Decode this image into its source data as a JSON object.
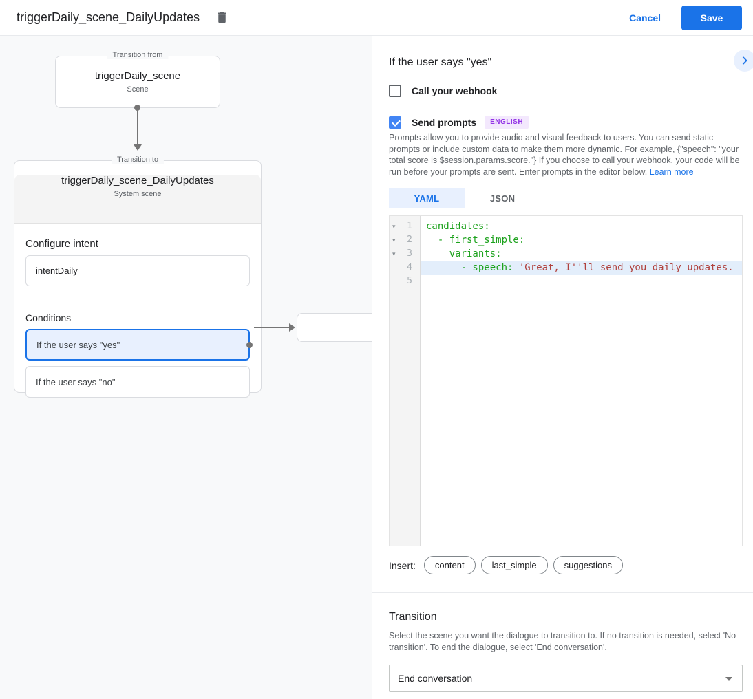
{
  "colors": {
    "accent_blue": "#1a73e8",
    "checkbox_checked_blue": "#4285f4",
    "selected_condition_bg": "#e8f0fe",
    "selected_condition_border": "#1a73e8",
    "language_badge_bg": "#f3e8fd",
    "language_badge_text": "#9334e6",
    "code_key_green": "#1da21d",
    "code_string_red": "#b0413d",
    "active_code_line_bg": "#e3eefb",
    "canvas_bg": "#f8f9fa"
  },
  "icons": {
    "fold_glyph": "▾"
  },
  "header": {
    "title": "triggerDaily_scene_DailyUpdates",
    "cancel_label": "Cancel",
    "save_label": "Save"
  },
  "canvas": {
    "from_box": {
      "legend": "Transition from",
      "title": "triggerDaily_scene",
      "subtitle": "Scene"
    },
    "to_box": {
      "legend": "Transition to",
      "title": "triggerDaily_scene_DailyUpdates",
      "subtitle": "System scene",
      "configure_intent_heading": "Configure intent",
      "intent_value": "intentDaily",
      "conditions_heading": "Conditions",
      "conditions": [
        {
          "label": "If the user says \"yes\"",
          "selected": true
        },
        {
          "label": "If the user says \"no\"",
          "selected": false
        }
      ]
    }
  },
  "detail": {
    "title": "If the user says \"yes\"",
    "webhook_label": "Call your webhook",
    "send_prompts_label": "Send prompts",
    "language_badge": "ENGLISH",
    "description": "Prompts allow you to provide audio and visual feedback to users. You can send static prompts or include custom data to make them more dynamic. For example, {\"speech\": \"your total score is $session.params.score.\"} If you choose to call your webhook, your code will be run before your prompts are sent. Enter prompts in the editor below.",
    "learn_more_label": "Learn more",
    "tabs": [
      {
        "label": "YAML",
        "active": true
      },
      {
        "label": "JSON",
        "active": false
      }
    ],
    "editor": {
      "lines": [
        {
          "number": "1",
          "key": "candidates:"
        },
        {
          "number": "2",
          "key": "  - first_simple:"
        },
        {
          "number": "3",
          "key": "    variants:"
        },
        {
          "number": "4",
          "key": "      - speech: ",
          "string": "'Great, I''ll send you daily updates.",
          "highlighted": true
        },
        {
          "number": "5",
          "key": ""
        }
      ]
    },
    "insert_label": "Insert:",
    "insert_chips": [
      "content",
      "last_simple",
      "suggestions"
    ],
    "transition": {
      "heading": "Transition",
      "description": "Select the scene you want the dialogue to transition to. If no transition is needed, select 'No transition'. To end the dialogue, select 'End conversation'.",
      "selected_option": "End conversation"
    }
  }
}
